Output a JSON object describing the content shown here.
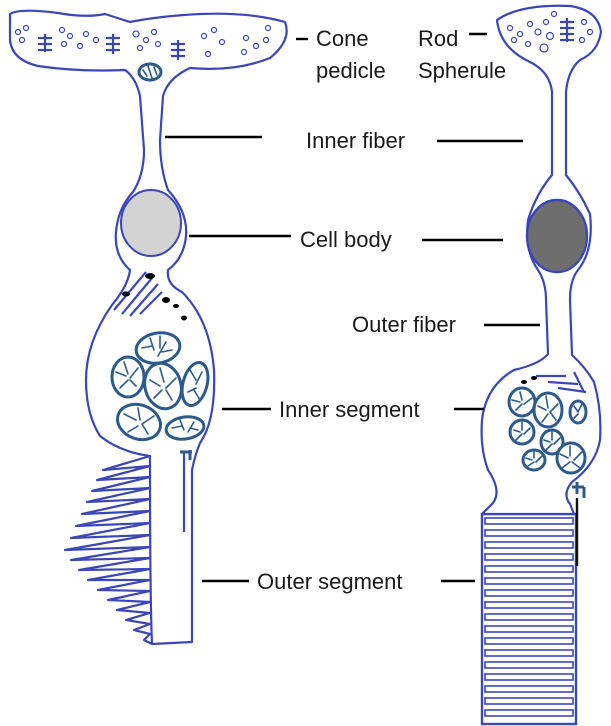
{
  "diagram": {
    "labels": {
      "cone_pedicle_line1": "Cone",
      "cone_pedicle_line2": "pedicle",
      "rod_spherule_line1": "Rod",
      "rod_spherule_line2": "Spherule",
      "inner_fiber": "Inner fiber",
      "cell_body": "Cell body",
      "outer_fiber": "Outer fiber",
      "inner_segment": "Inner segment",
      "outer_segment": "Outer segment"
    },
    "colors": {
      "membrane": "#3b46b8",
      "mitochondria": "#2c5a8c",
      "cone_nucleus": "#d3d3d3",
      "rod_nucleus": "#6e6e6e",
      "leader_lines": "#000000"
    }
  }
}
